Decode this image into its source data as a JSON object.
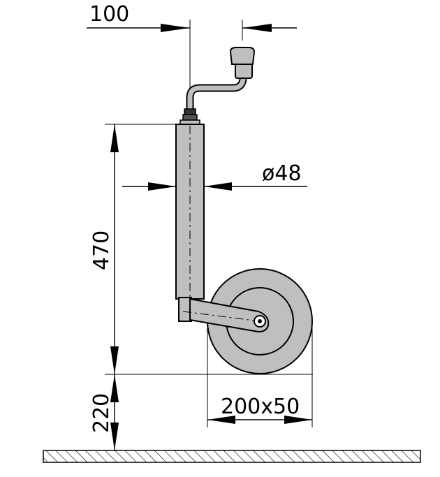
{
  "dimensions": {
    "crank_offset": "100",
    "tube_diameter": "ø48",
    "tube_height": "470",
    "ground_clearance": "220",
    "wheel_size": "200x50"
  },
  "colors": {
    "line": "#000000",
    "part_fill": "#bfbfbf",
    "background": "#ffffff"
  }
}
